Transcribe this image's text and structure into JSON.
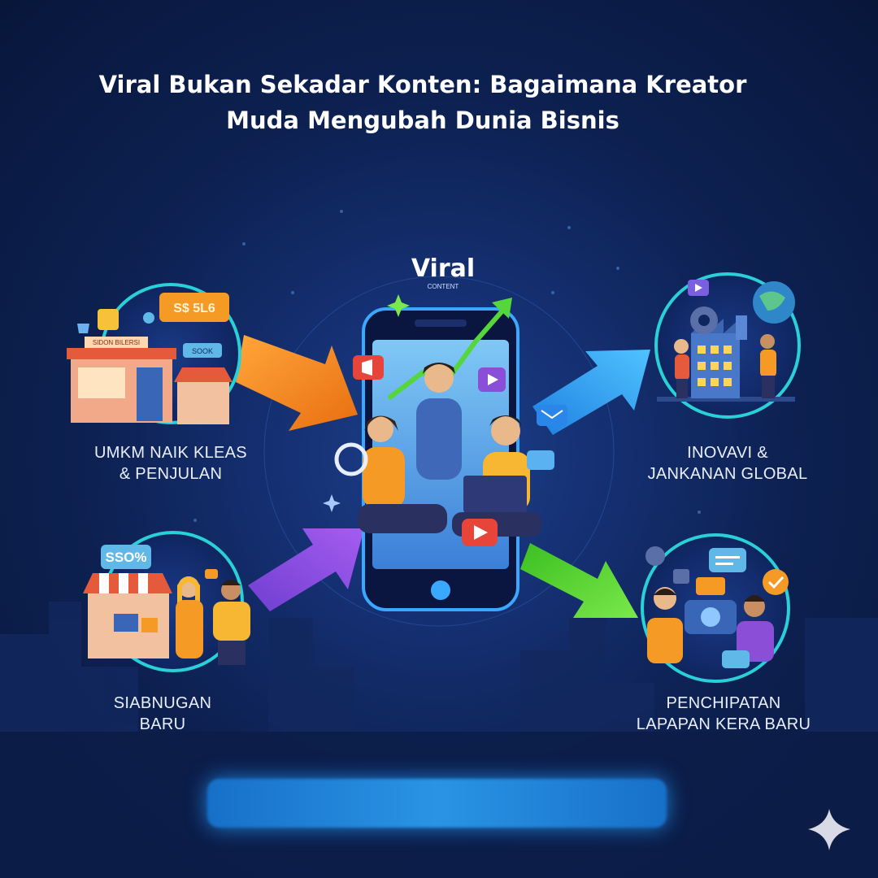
{
  "title": {
    "line1": "Viral Bukan Sekadar Konten: Bagaimana Kreator",
    "line2": "Muda Mengubah Dunia Bisnis"
  },
  "phone": {
    "logo": "Viral",
    "logo_sub": "CONTENT"
  },
  "panels": {
    "top_left": {
      "caption_line1": "UMKM NAIK KLEAS",
      "caption_line2": "& PENJULAN",
      "sign_price": "S$ 5L6",
      "sign_store": "SIDON BILERSI",
      "sign_small": "SOOK"
    },
    "top_right": {
      "caption_line1": "INOVAVI &",
      "caption_line2": "JANKANAN GLOBAL"
    },
    "bottom_left": {
      "caption_line1": "SIABNUGAN",
      "caption_line2": "BARU",
      "sign_discount": "SSO%"
    },
    "bottom_right": {
      "caption_line1": "PENCHIPATAN",
      "caption_line2": "LAPAPAN KERA BARU"
    }
  },
  "colors": {
    "background": "#0d2152",
    "ring": "#2ad0d8",
    "arrow_orange": "#f38a1e",
    "arrow_blue": "#2b9cf2",
    "arrow_purple": "#8e4fe0",
    "arrow_green": "#4ed12e",
    "phone_glow": "#3aa8ff"
  },
  "icons": [
    "sparkle-icon",
    "play-icon",
    "mail-icon",
    "check-icon",
    "globe-icon",
    "gear-icon"
  ]
}
